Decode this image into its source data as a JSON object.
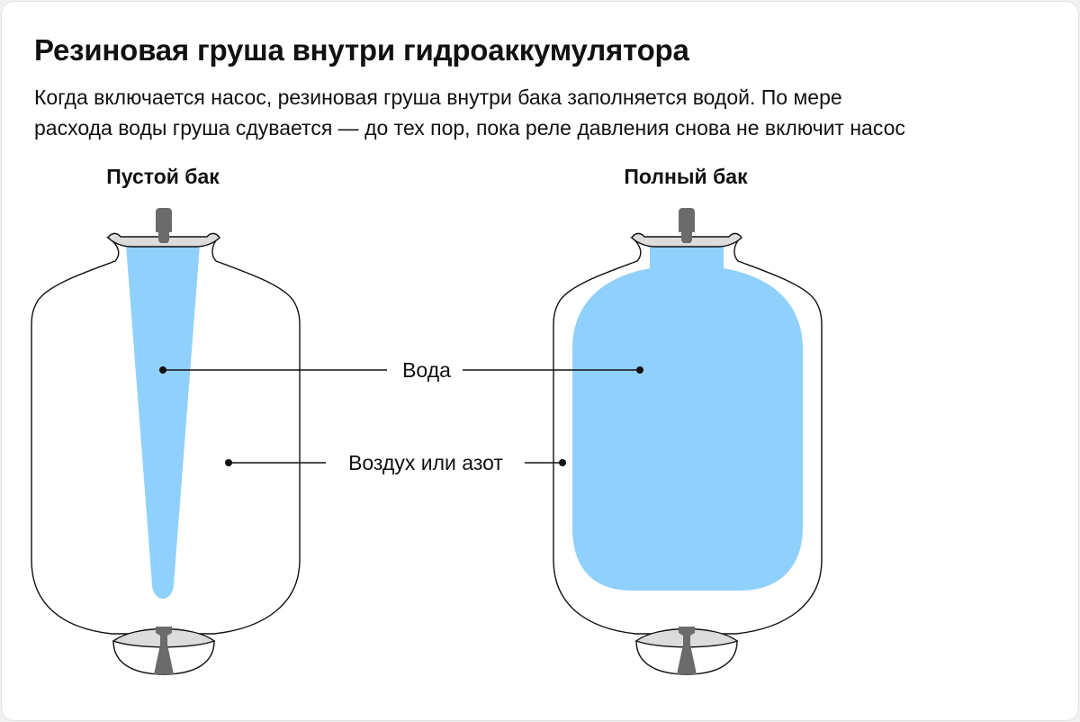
{
  "title": "Резиновая груша внутри гидроаккумулятора",
  "subtitle_lines": [
    "Когда включается насос, резиновая груша внутри бака заполняется водой. По мере",
    "расхода воды груша сдувается — до тех пор, пока реле давления снова не включит насос"
  ],
  "tanks": {
    "empty": {
      "label": "Пустой бак"
    },
    "full": {
      "label": "Полный бак"
    }
  },
  "callouts": {
    "water": "Вода",
    "air": "Воздух или азот"
  },
  "colors": {
    "water": "#90d0fc",
    "outline": "#111111",
    "fitting": "#dcdcdc",
    "valve": "#6b6b6b"
  }
}
